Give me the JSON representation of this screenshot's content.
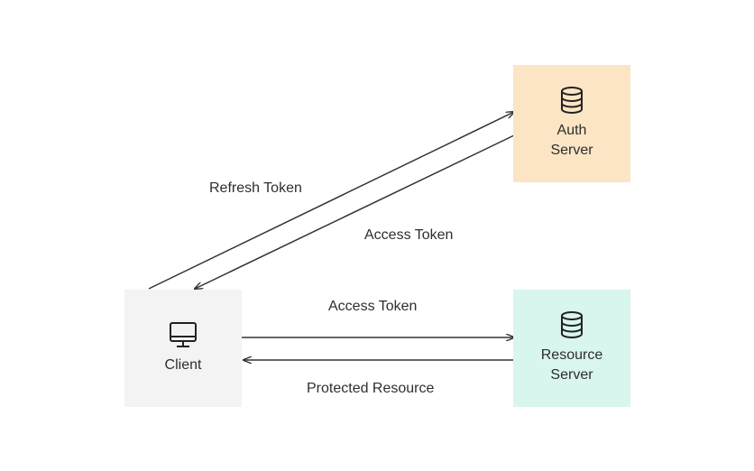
{
  "colors": {
    "auth_server_bg": "#fce5c4",
    "resource_server_bg": "#d8f5ee",
    "client_bg": "#f3f3f3",
    "arrow": "#333333",
    "text": "#2e2e2e"
  },
  "nodes": {
    "auth_server": {
      "label": "Auth\nServer",
      "icon": "database-icon"
    },
    "resource_server": {
      "label": "Resource\nServer",
      "icon": "database-icon"
    },
    "client": {
      "label": "Client",
      "icon": "monitor-icon"
    }
  },
  "edges": {
    "refresh_token": "Refresh Token",
    "access_token_return": "Access Token",
    "access_token_send": "Access Token",
    "protected_resource": "Protected Resource"
  }
}
